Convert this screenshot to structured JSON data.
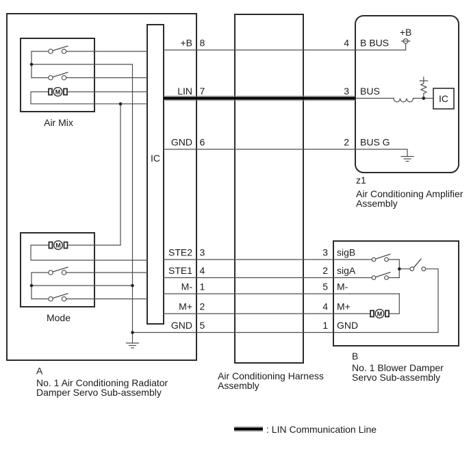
{
  "diagram_type": "air-conditioning-servo-wiring-diagram",
  "components": {
    "servo_a": {
      "code": "A",
      "name_line1": "No. 1 Air Conditioning Radiator",
      "name_line2": "Damper Servo Sub-assembly",
      "air_mix_label": "Air Mix",
      "mode_label": "Mode",
      "ic_label": "IC",
      "pins": [
        {
          "label": "+B",
          "number": "8"
        },
        {
          "label": "LIN",
          "number": "7"
        },
        {
          "label": "GND",
          "number": "6"
        },
        {
          "label": "STE2",
          "number": "3"
        },
        {
          "label": "STE1",
          "number": "4"
        },
        {
          "label": "M-",
          "number": "1"
        },
        {
          "label": "M+",
          "number": "2"
        },
        {
          "label": "GND",
          "number": "5"
        }
      ]
    },
    "harness": {
      "name_line1": "Air Conditioning Harness",
      "name_line2": "Assembly"
    },
    "amplifier": {
      "code": "z1",
      "name_line1": "Air Conditioning Amplifier",
      "name_line2": "Assembly",
      "ic_label": "IC",
      "power_label": "+B",
      "pins": [
        {
          "number": "4",
          "label": "B BUS"
        },
        {
          "number": "3",
          "label": "BUS"
        },
        {
          "number": "2",
          "label": "BUS G"
        }
      ]
    },
    "servo_b": {
      "code": "B",
      "name_line1": "No. 1 Blower Damper",
      "name_line2": "Servo Sub-assembly",
      "pins": [
        {
          "number": "3",
          "label": "sigB"
        },
        {
          "number": "2",
          "label": "sigA"
        },
        {
          "number": "5",
          "label": "M-"
        },
        {
          "number": "4",
          "label": "M+"
        },
        {
          "number": "1",
          "label": "GND"
        }
      ]
    }
  },
  "symbols": {
    "motor_letter": "M"
  },
  "legend": {
    "lin_label": ": LIN Communication Line"
  },
  "colors": {
    "background": "#ffffff",
    "box_stroke": "#2a2a2a",
    "wire": "#4d4d4d",
    "lin_core": "#000000",
    "lin_edge": "#8c8c8c",
    "text": "#1a1a1a"
  }
}
